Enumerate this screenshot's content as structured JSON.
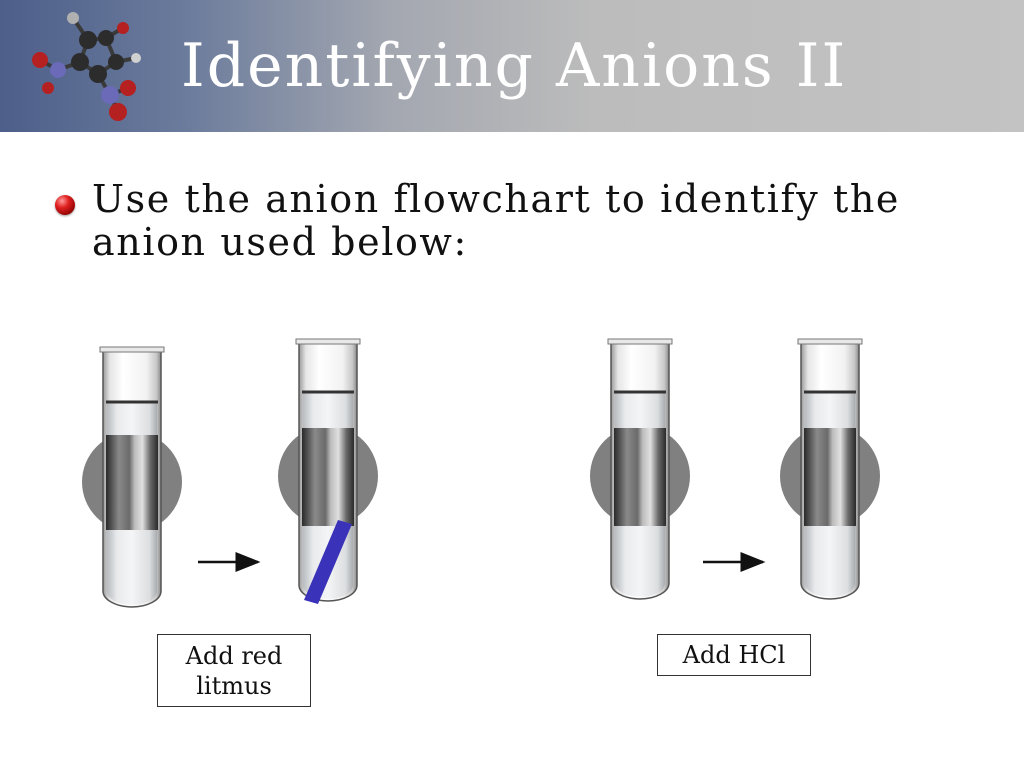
{
  "slide": {
    "title": "Identifying Anions II",
    "bullet": "Use the anion flowchart to identify the anion used below:"
  },
  "figure": {
    "steps": [
      {
        "label_lines": [
          "Add red",
          "litmus"
        ]
      },
      {
        "label_lines": [
          "Add HCl"
        ]
      }
    ],
    "litmus_color": "#3a32b8",
    "background_disc_color": "#808080"
  },
  "colors": {
    "header_left": "#4d5f8a",
    "header_right": "#c3c3c3",
    "bullet_red": "#e02020"
  }
}
